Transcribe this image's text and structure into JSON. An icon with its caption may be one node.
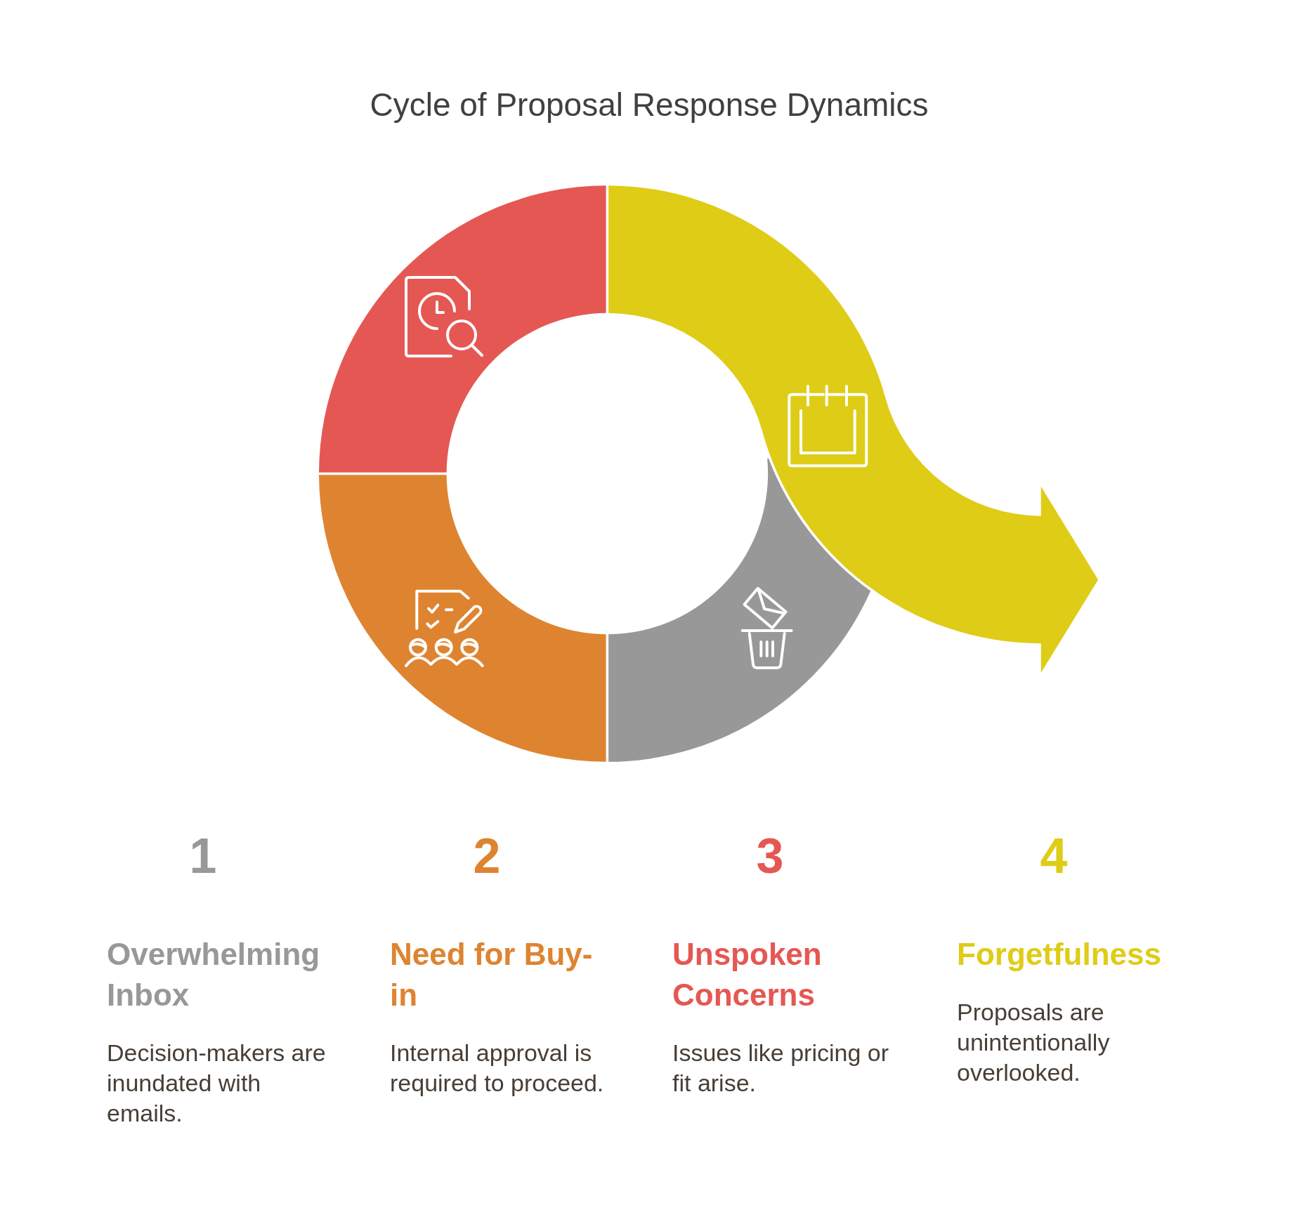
{
  "diagram": {
    "title": "Cycle of Proposal Response Dynamics",
    "nodes": [
      {
        "text": [],
        "shape": "arc"
      },
      {
        "text": [],
        "shape": "arc"
      },
      {
        "text": [],
        "shape": "arc"
      },
      {
        "text": [],
        "shape": "arrow"
      }
    ],
    "labels": [
      "1",
      "Overwhelming Inbox",
      "Decision-makers are inundated with emails.",
      "2",
      "Need for Buy-in",
      "Internal approval is required to proceed.",
      "3",
      "Unspoken Concerns",
      "Issues like pricing or fit arise.",
      "4",
      "Forgetfulness",
      "Proposals are unintentionally overlooked."
    ]
  }
}
